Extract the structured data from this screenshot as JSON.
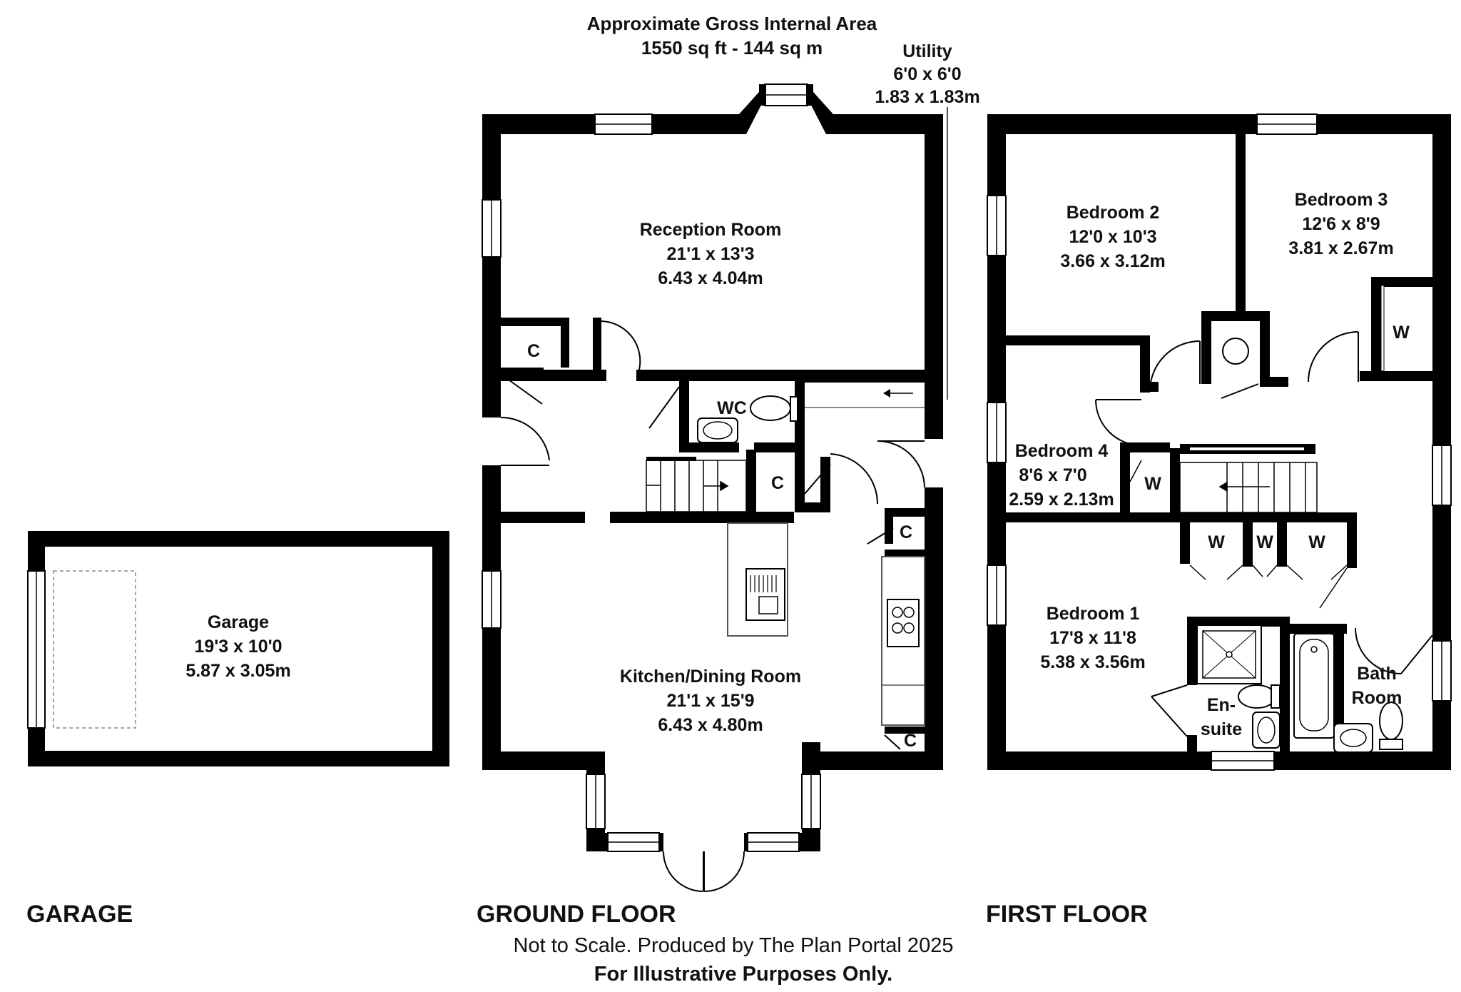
{
  "header": {
    "area_title": "Approximate Gross Internal Area",
    "area_value": "1550 sq ft - 144 sq m"
  },
  "utility": {
    "name": "Utility",
    "dim_imperial": "6'0 x 6'0",
    "dim_metric": "1.83 x 1.83m"
  },
  "garage": {
    "name": "Garage",
    "dim_imperial": "19'3 x 10'0",
    "dim_metric": "5.87 x 3.05m",
    "floor_label": "GARAGE"
  },
  "ground_floor": {
    "floor_label": "GROUND FLOOR",
    "reception": {
      "name": "Reception Room",
      "dim_imperial": "21'1 x 13'3",
      "dim_metric": "6.43 x 4.04m"
    },
    "kitchen": {
      "name": "Kitchen/Dining Room",
      "dim_imperial": "21'1 x 15'9",
      "dim_metric": "6.43 x 4.80m"
    },
    "wc_label": "WC",
    "cupboard_label": "C"
  },
  "first_floor": {
    "floor_label": "FIRST FLOOR",
    "bedroom1": {
      "name": "Bedroom 1",
      "dim_imperial": "17'8 x 11'8",
      "dim_metric": "5.38 x 3.56m"
    },
    "bedroom2": {
      "name": "Bedroom 2",
      "dim_imperial": "12'0 x 10'3",
      "dim_metric": "3.66 x 3.12m"
    },
    "bedroom3": {
      "name": "Bedroom 3",
      "dim_imperial": "12'6 x 8'9",
      "dim_metric": "3.81 x 2.67m"
    },
    "bedroom4": {
      "name": "Bedroom 4",
      "dim_imperial": "8'6 x 7'0",
      "dim_metric": "2.59 x 2.13m"
    },
    "bathroom": {
      "line1": "Bath",
      "line2": "Room"
    },
    "ensuite": {
      "line1": "En-",
      "line2": "suite"
    },
    "wardrobe_label": "W"
  },
  "footer": {
    "note": "Not to Scale. Produced by The Plan Portal 2025",
    "disclaimer": "For Illustrative Purposes Only."
  },
  "colors": {
    "wall": "#000000",
    "background": "#ffffff",
    "fixture_line": "#333333",
    "window": "#ffffff"
  }
}
